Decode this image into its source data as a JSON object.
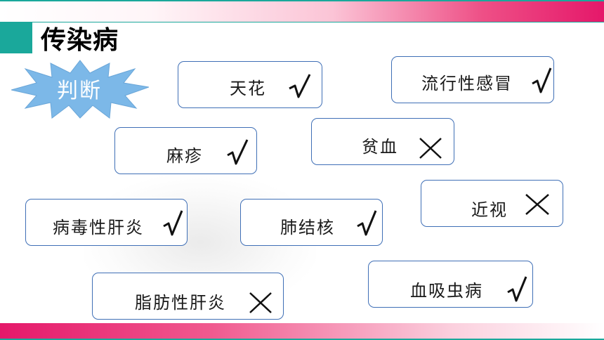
{
  "slide": {
    "title": "传染病",
    "badge": "判断"
  },
  "colors": {
    "teal": "#1aa89b",
    "pink": "#e5186a",
    "card_border": "#3f6fb6"
  },
  "cards": [
    {
      "label": "天花",
      "mark": "check-icon"
    },
    {
      "label": "流行性感冒",
      "mark": "check-icon"
    },
    {
      "label": "麻疹",
      "mark": "check-icon"
    },
    {
      "label": "贫血",
      "mark": "cross-icon"
    },
    {
      "label": "近视",
      "mark": "cross-icon"
    },
    {
      "label": "病毒性肝炎",
      "mark": "check-icon"
    },
    {
      "label": "肺结核",
      "mark": "check-icon"
    },
    {
      "label": "血吸虫病",
      "mark": "check-icon"
    },
    {
      "label": "脂肪性肝炎",
      "mark": "cross-icon"
    }
  ]
}
